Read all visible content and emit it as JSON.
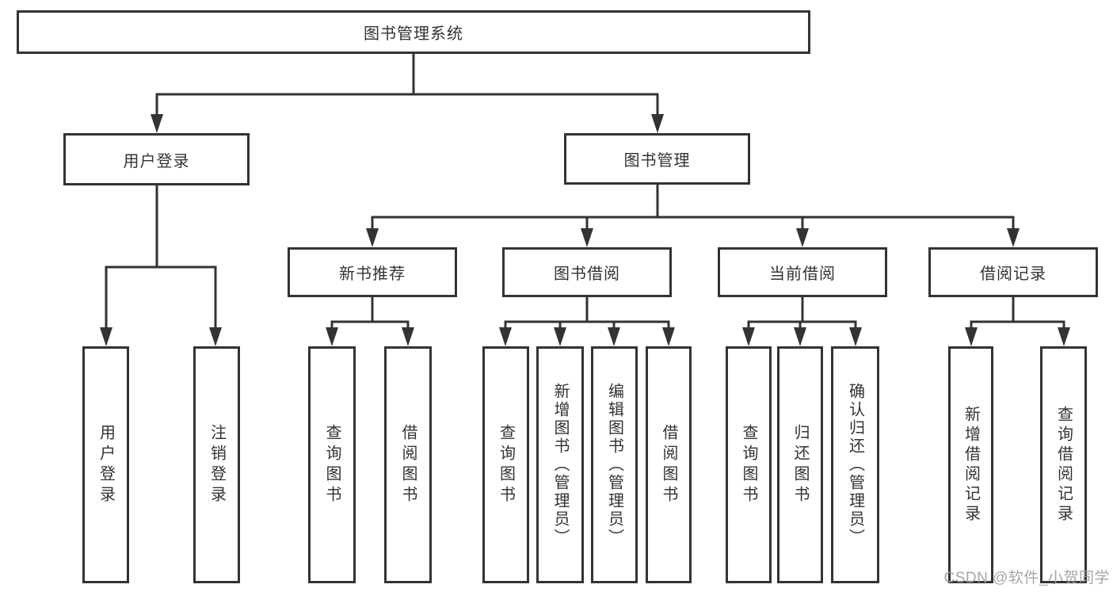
{
  "diagram": {
    "title_node": {
      "label": "图书管理系统"
    },
    "level2": [
      {
        "label": "用户登录"
      },
      {
        "label": "图书管理"
      }
    ],
    "level3": [
      {
        "label": "新书推荐"
      },
      {
        "label": "图书借阅"
      },
      {
        "label": "当前借阅"
      },
      {
        "label": "借阅记录"
      }
    ],
    "leaves": {
      "login": [
        {
          "label": "用户登录"
        },
        {
          "label": "注销登录"
        }
      ],
      "recommend": [
        {
          "label": "查询图书"
        },
        {
          "label": "借阅图书"
        }
      ],
      "borrow": [
        {
          "label": "查询图书"
        },
        {
          "label": "新增图书（管理员）"
        },
        {
          "label": "编辑图书（管理员）"
        },
        {
          "label": "借阅图书"
        }
      ],
      "current": [
        {
          "label": "查询图书"
        },
        {
          "label": "归还图书"
        },
        {
          "label": "确认归还（管理员）"
        }
      ],
      "records": [
        {
          "label": "新增借阅记录"
        },
        {
          "label": "查询借阅记录"
        }
      ]
    },
    "watermark": "CSDN @软件_小贺同学",
    "colors": {
      "line": "#333333",
      "text": "#333333",
      "box_background": "#ffffff",
      "watermark": "#9e9e9e",
      "background": "#ffffff"
    }
  }
}
